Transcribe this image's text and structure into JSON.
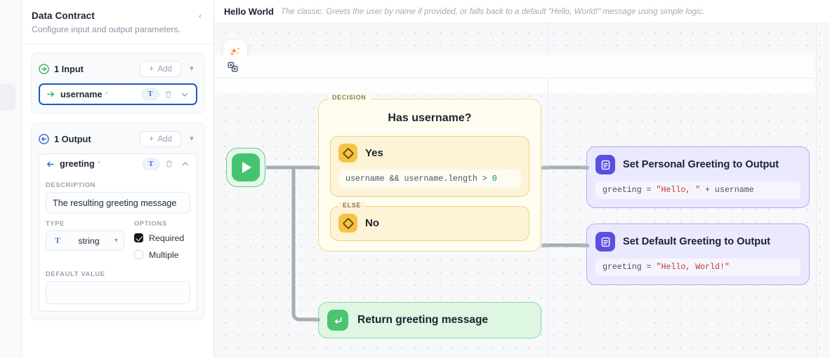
{
  "sidebar": {
    "title": "Data Contract",
    "subtitle": "Configure input and output parameters.",
    "collapse_icon": "chevron-left-icon",
    "input_group": {
      "title": "1 Input",
      "icon": "arrow-right-circle-icon",
      "add_label": "Add",
      "params": [
        {
          "name": "username",
          "required_mark": "*",
          "type_badge": "T",
          "dir_icon": "arrow-right-icon"
        }
      ]
    },
    "output_group": {
      "title": "1 Output",
      "icon": "arrow-left-circle-icon",
      "add_label": "Add",
      "params": [
        {
          "name": "greeting",
          "required_mark": "*",
          "type_badge": "T",
          "dir_icon": "arrow-left-icon",
          "description_label": "DESCRIPTION",
          "description_value": "The resulting greeting message",
          "type_label": "TYPE",
          "type_value": "string",
          "type_glyph": "T",
          "options_label": "OPTIONS",
          "options": [
            {
              "label": "Required",
              "checked": true
            },
            {
              "label": "Multiple",
              "checked": false
            }
          ],
          "default_label": "DEFAULT VALUE",
          "default_value": "",
          "default_placeholder": ""
        }
      ]
    }
  },
  "canvas": {
    "flow_title": "Hello World",
    "flow_description": "The classic. Greets the user by name if provided, or falls back to a default \"Hello, World!\" message using simple logic.",
    "toolbar": {
      "ai_icon": "sparkles-icon",
      "nodes_icon": "nodes-group-icon"
    },
    "nodes": {
      "start": {
        "icon": "play-icon"
      },
      "decision": {
        "tag": "DECISION",
        "title": "Has username?",
        "branches": [
          {
            "tag": "",
            "label": "Yes",
            "icon": "diamond-icon",
            "code_prefix": "username && username.length > ",
            "code_number": "0"
          },
          {
            "tag": "ELSE",
            "label": "No",
            "icon": "diamond-icon",
            "code_prefix": "",
            "code_number": ""
          }
        ]
      },
      "action_personal": {
        "icon": "document-icon",
        "title": "Set Personal Greeting to Output",
        "code_pre": "greeting = ",
        "code_str": "\"Hello, \"",
        "code_post": " + username"
      },
      "action_default": {
        "icon": "document-icon",
        "title": "Set Default Greeting to Output",
        "code_pre": "greeting = ",
        "code_str": "\"Hello, World!\"",
        "code_post": ""
      },
      "return": {
        "icon": "return-arrow-icon",
        "title": "Return greeting message"
      }
    }
  },
  "colors": {
    "accent_blue": "#2157c4",
    "decision_yellow": "#f6c445",
    "action_purple": "#5b4fe0",
    "success_green": "#45c46f",
    "string_red": "#c0392b",
    "number_teal": "#0b8a7a"
  }
}
